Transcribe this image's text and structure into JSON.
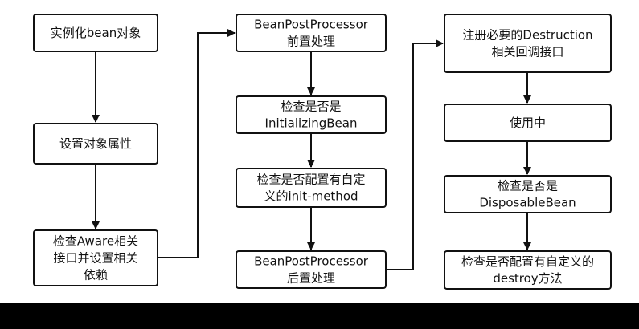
{
  "diagram": {
    "nodes": [
      {
        "id": "instantiate",
        "lines": [
          "实例化bean对象"
        ]
      },
      {
        "id": "set-properties",
        "lines": [
          "设置对象属性"
        ]
      },
      {
        "id": "check-aware",
        "lines": [
          "检查Aware相关",
          "接口并设置相关",
          "依赖"
        ]
      },
      {
        "id": "bpp-before",
        "lines": [
          "BeanPostProcessor",
          "前置处理"
        ]
      },
      {
        "id": "check-initializing",
        "lines": [
          "检查是否是",
          "InitializingBean"
        ]
      },
      {
        "id": "check-init-method",
        "lines": [
          "检查是否配置有自定",
          "义的init-method"
        ]
      },
      {
        "id": "bpp-after",
        "lines": [
          "BeanPostProcessor",
          "后置处理"
        ]
      },
      {
        "id": "register-destruction",
        "lines": [
          "注册必要的Destruction",
          "相关回调接口"
        ]
      },
      {
        "id": "in-use",
        "lines": [
          "使用中"
        ]
      },
      {
        "id": "check-disposable",
        "lines": [
          "检查是否是",
          "DisposableBean"
        ]
      },
      {
        "id": "check-destroy-method",
        "lines": [
          "检查是否配置有自定义的",
          "destroy方法"
        ]
      }
    ],
    "edges": [
      {
        "from": "instantiate",
        "to": "set-properties"
      },
      {
        "from": "set-properties",
        "to": "check-aware"
      },
      {
        "from": "check-aware",
        "to": "bpp-before"
      },
      {
        "from": "bpp-before",
        "to": "check-initializing"
      },
      {
        "from": "check-initializing",
        "to": "check-init-method"
      },
      {
        "from": "check-init-method",
        "to": "bpp-after"
      },
      {
        "from": "bpp-after",
        "to": "register-destruction"
      },
      {
        "from": "register-destruction",
        "to": "in-use"
      },
      {
        "from": "in-use",
        "to": "check-disposable"
      },
      {
        "from": "check-disposable",
        "to": "check-destroy-method"
      }
    ],
    "colors": {
      "stroke": "#111111",
      "fill": "#ffffff",
      "text": "#111111",
      "bottom_bar": "#000000"
    }
  }
}
